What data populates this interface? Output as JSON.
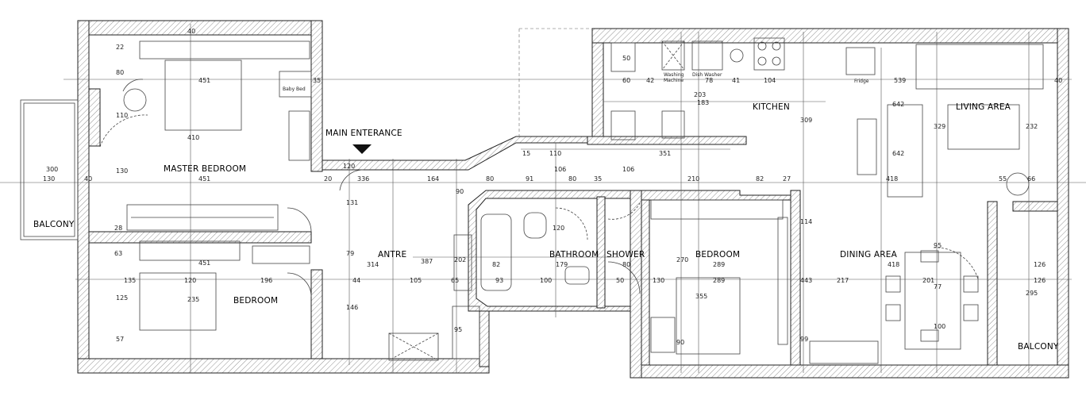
{
  "rooms": {
    "master_bedroom": "MASTER BEDROOM",
    "balcony_left": "BALCONY",
    "bedroom_left": "BEDROOM",
    "main_entrance": "MAIN ENTERANCE",
    "antre": "ANTRE",
    "bathroom": "BATHROOM",
    "shower": "SHOWER",
    "bedroom_middle": "BEDROOM",
    "kitchen": "KITCHEN",
    "living_area": "LIVING AREA",
    "dining_area": "DINING AREA",
    "balcony_right": "BALCONY"
  },
  "fixtures": {
    "baby_bed": "Baby Bed",
    "washing_machine_1": "Washing",
    "washing_machine_2": "Machine",
    "dish_washer": "Dish Washer",
    "fridge": "Fridge"
  },
  "dimensions": {
    "mb_width_top": "451",
    "mb_width_mid": "451",
    "mb_height": "410",
    "mb_110": "110",
    "mb_130": "130",
    "mb_80": "80",
    "mb_22": "22",
    "mb_35": "35",
    "mb_40_top": "40",
    "balcony_300": "300",
    "balcony_130": "130",
    "wall_40_left": "40",
    "bed_451": "451",
    "bed_135": "135",
    "bed_120": "120",
    "bed_196": "196",
    "bed_235": "235",
    "bed_125": "125",
    "bed_57": "57",
    "bed_63": "63",
    "bed_28": "28",
    "ent_20": "20",
    "ent_120": "120",
    "ent_336": "336",
    "ent_164": "164",
    "ant_131": "131",
    "ant_79": "79",
    "ant_314": "314",
    "ant_387": "387",
    "ant_44": "44",
    "ant_105": "105",
    "ant_65": "65",
    "ant_146": "146",
    "ant_202": "202",
    "ant_95": "95",
    "ant_90": "90",
    "ant_80": "80",
    "ant_91": "91",
    "bath_82": "82",
    "bath_179": "179",
    "bath_93": "93",
    "bath_100": "100",
    "bath_80": "80",
    "bath_120": "120",
    "bath_106": "106",
    "bath_110": "110",
    "bath_15": "15",
    "sh_80": "80",
    "sh_50": "50",
    "sh_35": "35",
    "sh_106": "106",
    "bm_289_a": "289",
    "bm_289_b": "289",
    "bm_270": "270",
    "bm_355": "355",
    "bm_130": "130",
    "bm_90": "90",
    "bm_210": "210",
    "bm_82": "82",
    "bm_27": "27",
    "k_60": "60",
    "k_42": "42",
    "k_78": "78",
    "k_41": "41",
    "k_104": "104",
    "k_183": "183",
    "k_203": "203",
    "k_309": "309",
    "k_351": "351",
    "k_50": "50",
    "la_539": "539",
    "la_642_a": "642",
    "la_642_b": "642",
    "la_329": "329",
    "la_232": "232",
    "la_418": "418",
    "la_55": "55",
    "la_66": "66",
    "la_40": "40",
    "da_418": "418",
    "da_217": "217",
    "da_201": "201",
    "da_443": "443",
    "da_114": "114",
    "da_99": "99",
    "da_95": "95",
    "da_77": "77",
    "da_100": "100",
    "br_126_a": "126",
    "br_126_b": "126",
    "br_295": "295"
  }
}
